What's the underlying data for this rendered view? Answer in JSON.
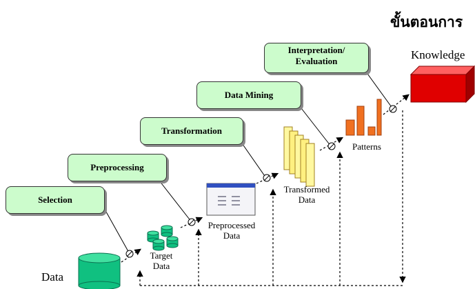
{
  "title": "ขั้นตอนการ",
  "steps": {
    "selection": "Selection",
    "preprocessing": "Preprocessing",
    "transformation": "Transformation",
    "data_mining": "Data Mining",
    "interpretation_line1": "Interpretation/",
    "interpretation_line2": "Evaluation"
  },
  "artifacts": {
    "data": "Data",
    "target_data_line1": "Target",
    "target_data_line2": "Data",
    "preprocessed_line1": "Preprocessed",
    "preprocessed_line2": "Data",
    "transformed_line1": "Transformed",
    "transformed_line2": "Data",
    "patterns": "Patterns",
    "knowledge": "Knowledge"
  },
  "colors": {
    "step_box_fill": "#ccfccc",
    "database_green": "#10c080",
    "knowledge_red": "#e00000",
    "scroll_yellow": "#fff8a0",
    "bar_orange": "#f07020"
  }
}
